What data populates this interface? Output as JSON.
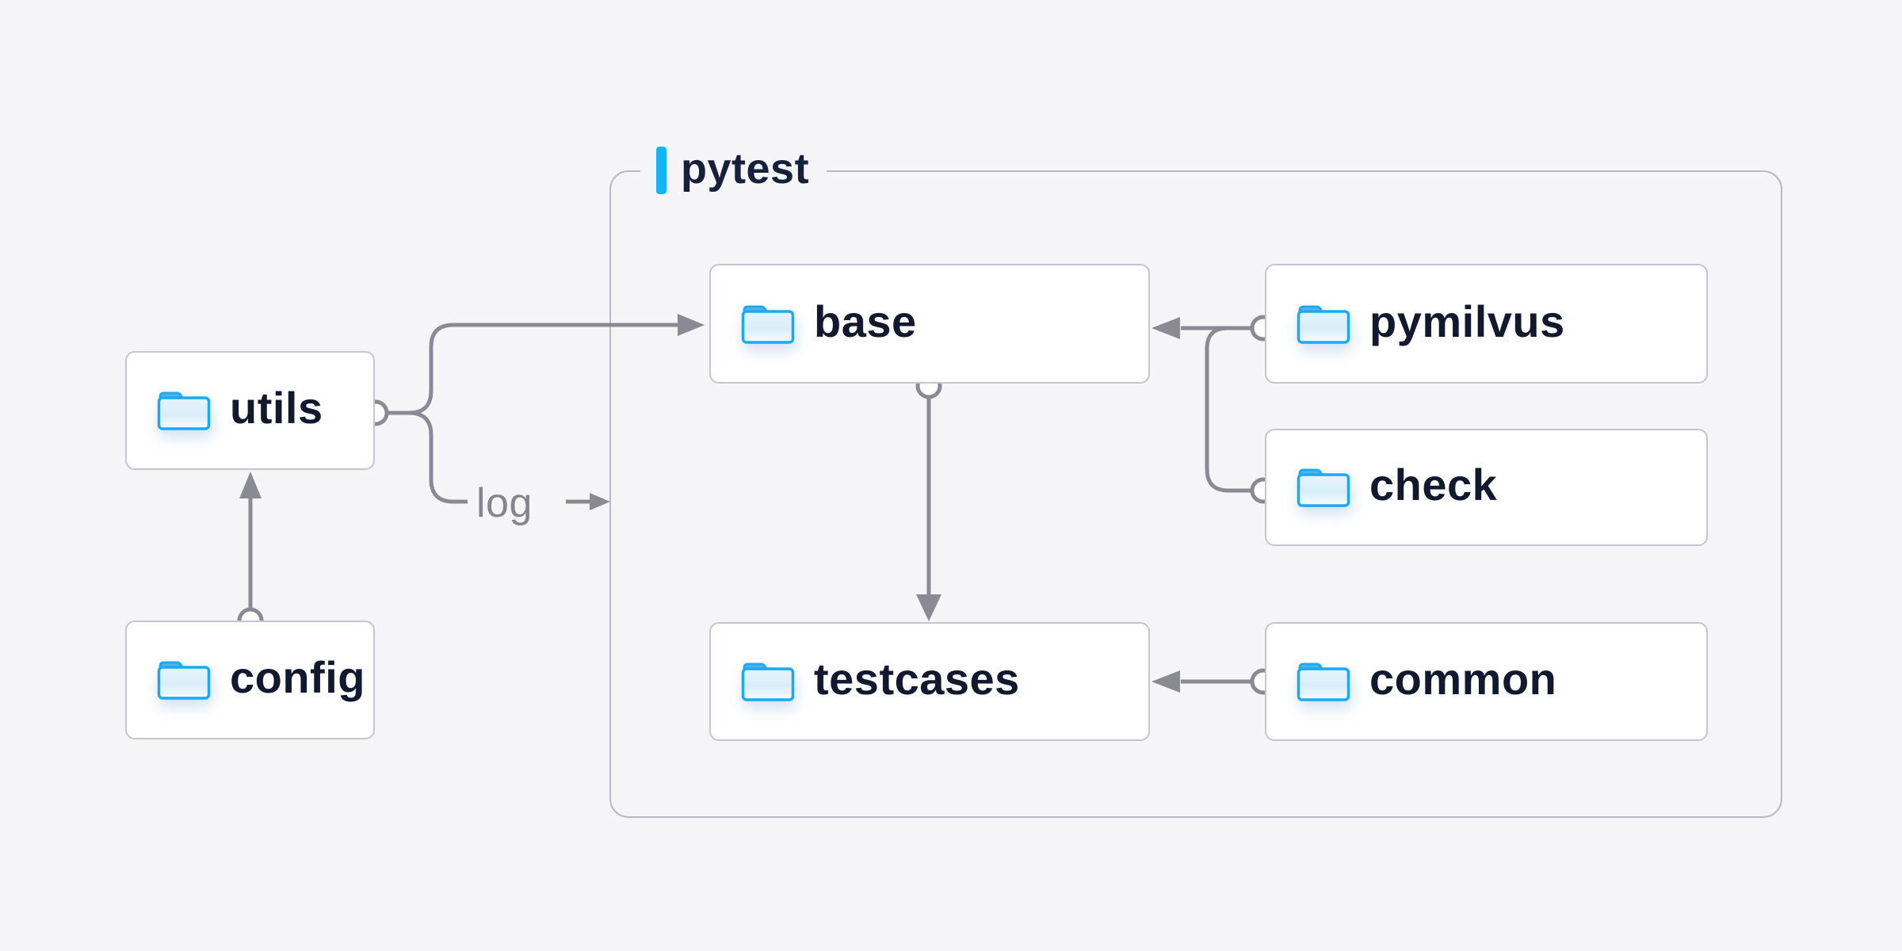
{
  "page": {
    "background": "#f5f5f7"
  },
  "container": {
    "label": "pytest",
    "accent_color": "#14b4f5"
  },
  "nodes": [
    {
      "id": "utils",
      "label": "utils",
      "icon": "folder-icon"
    },
    {
      "id": "config",
      "label": "config",
      "icon": "folder-icon"
    },
    {
      "id": "base",
      "label": "base",
      "icon": "folder-icon"
    },
    {
      "id": "testcases",
      "label": "testcases",
      "icon": "folder-icon"
    },
    {
      "id": "pymilvus",
      "label": "pymilvus",
      "icon": "folder-icon"
    },
    {
      "id": "check",
      "label": "check",
      "icon": "folder-icon"
    },
    {
      "id": "common",
      "label": "common",
      "icon": "folder-icon"
    }
  ],
  "edges": {
    "log_label": "log",
    "connections": [
      "config -> utils",
      "utils -> base",
      "utils -> log",
      "pymilvus -> base",
      "check -> base",
      "base -> testcases",
      "common -> testcases"
    ]
  },
  "colors": {
    "line_gray": "#8a8a95",
    "node_border": "#c5c5cf",
    "container_border": "#b9b9c6",
    "label_text": "#10192e",
    "muted_text": "#85858f",
    "folder_blue": "#1aa9f2"
  }
}
